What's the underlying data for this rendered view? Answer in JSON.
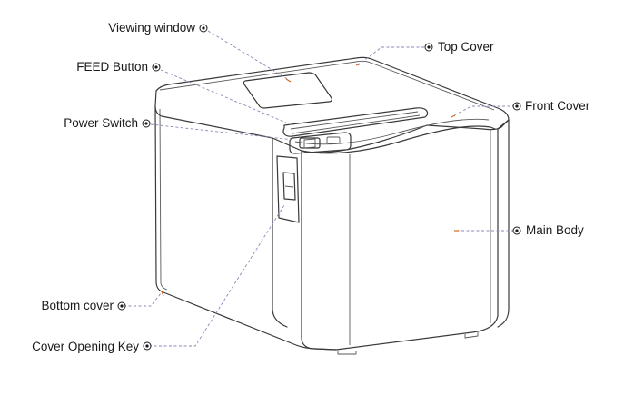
{
  "labels": {
    "viewing_window": "Viewing window",
    "feed_button": "FEED Button",
    "power_switch": "Power Switch",
    "top_cover": "Top Cover",
    "front_cover": "Front Cover",
    "main_body": "Main Body",
    "bottom_cover": "Bottom cover",
    "cover_opening_key": "Cover Opening Key"
  },
  "colors": {
    "outline": "#3a3a3a",
    "leader": "#8a86b8",
    "marker": "#d2691e",
    "text": "#1a1a1a"
  }
}
